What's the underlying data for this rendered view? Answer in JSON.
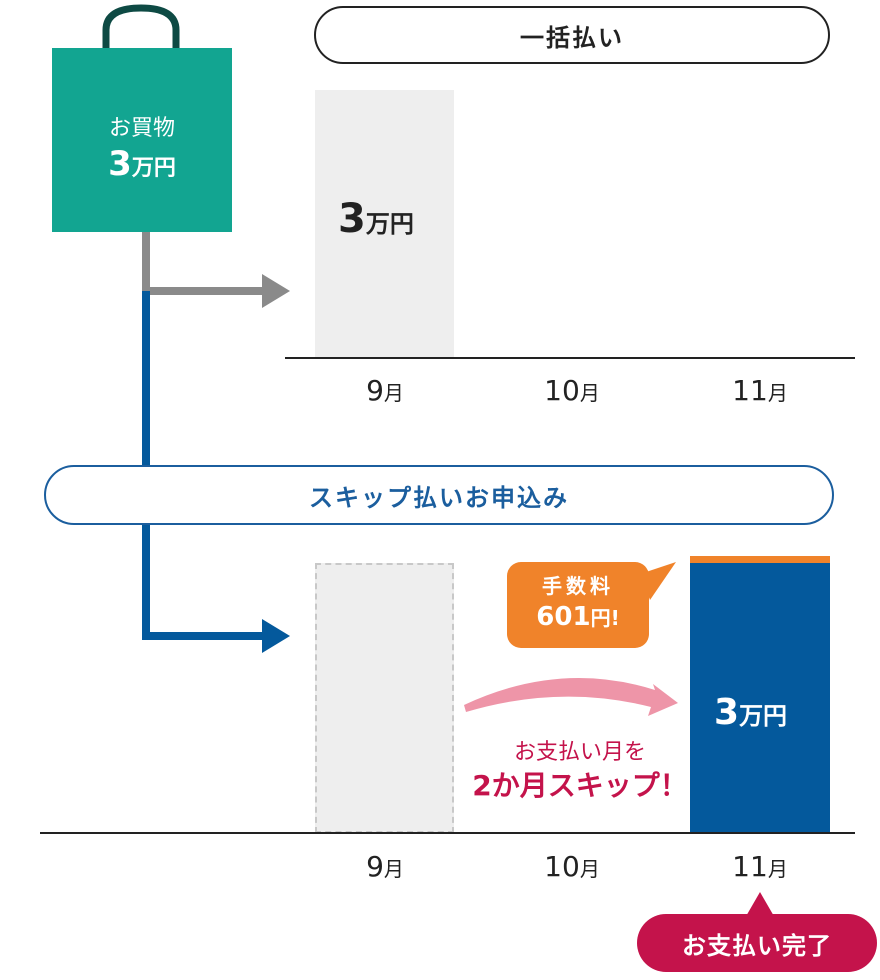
{
  "purchase": {
    "label": "お買物",
    "amount_num": "3",
    "amount_unit": "万円"
  },
  "lump_sum": {
    "label": "一括払い",
    "bar_amount_num": "3",
    "bar_amount_unit": "万円",
    "months": [
      {
        "num": "9",
        "unit": "月"
      },
      {
        "num": "10",
        "unit": "月"
      },
      {
        "num": "11",
        "unit": "月"
      }
    ]
  },
  "skip_payment": {
    "label": "スキップ払いお申込み",
    "fee_title": "手数料",
    "fee_amount": "601",
    "fee_unit": "円!",
    "note_line1": "お支払い月を",
    "note_line2": "2か月スキップ！",
    "bar_amount_num": "3",
    "bar_amount_unit": "万円",
    "months": [
      {
        "num": "9",
        "unit": "月"
      },
      {
        "num": "10",
        "unit": "月"
      },
      {
        "num": "11",
        "unit": "月"
      }
    ],
    "done_label": "お支払い完了"
  },
  "colors": {
    "bag": "#12a591",
    "bag_handle": "#0e4a44",
    "lump_arrow": "#8a8a8a",
    "skip_arrow": "#04599c",
    "skip_bar": "#04599c",
    "fee": "#f0832a",
    "skip_curve": "#ee95a8",
    "accent_red": "#c4134b"
  },
  "icons": [
    "shopping-bag-icon",
    "right-arrow-icon",
    "curved-arrow-icon"
  ]
}
